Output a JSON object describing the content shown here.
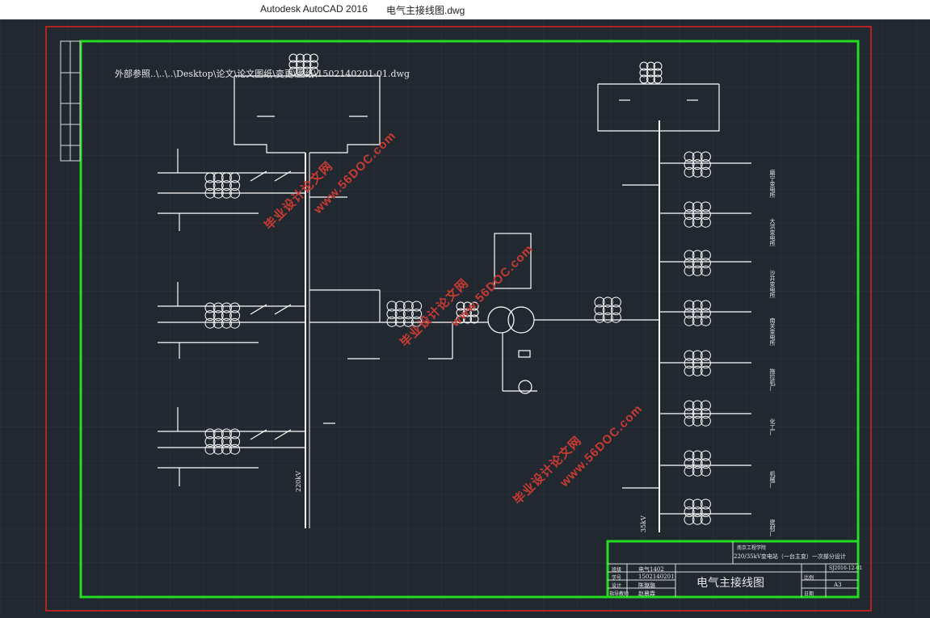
{
  "window": {
    "app_title": "Autodesk AutoCAD 2016",
    "file_name": "电气主接线图.dwg"
  },
  "xref_note": "外部参照..\\..\\..\\Desktop\\论文\\论文图纸\\变更\\图纸\\1502140201-01.dwg",
  "busbar_labels": {
    "hv": "220kV",
    "lv": "35kV"
  },
  "feeders": [
    "磨宁变电所",
    "大洪变电所",
    "沙井变电所",
    "南关变电所",
    "拖拉机厂",
    "化工厂",
    "机械厂",
    "建材厂"
  ],
  "title_block": {
    "school_label": "南京工程学院",
    "project": "220/35kV变电站（一台主变）一次部分设计",
    "drawing_title": "电气主接线图",
    "class": "电气1402",
    "student_id": "1502140201",
    "designer": "陈璐璐",
    "tutor": "赵晨霖",
    "drawing_no": "SJ2016-12-01",
    "size": "A3",
    "scale_label": "比例",
    "date_label": "日期",
    "row_labels": [
      "班级",
      "学号",
      "设计",
      "指导教师"
    ]
  },
  "colors": {
    "background": "#212830",
    "border_outer": "#e02020",
    "border_inner": "#22dd22",
    "lines": "#ffffff",
    "watermark": "#c93a32"
  },
  "watermarks": [
    {
      "text1": "毕业设计论文网",
      "text2": "www.56DOC.com"
    }
  ]
}
